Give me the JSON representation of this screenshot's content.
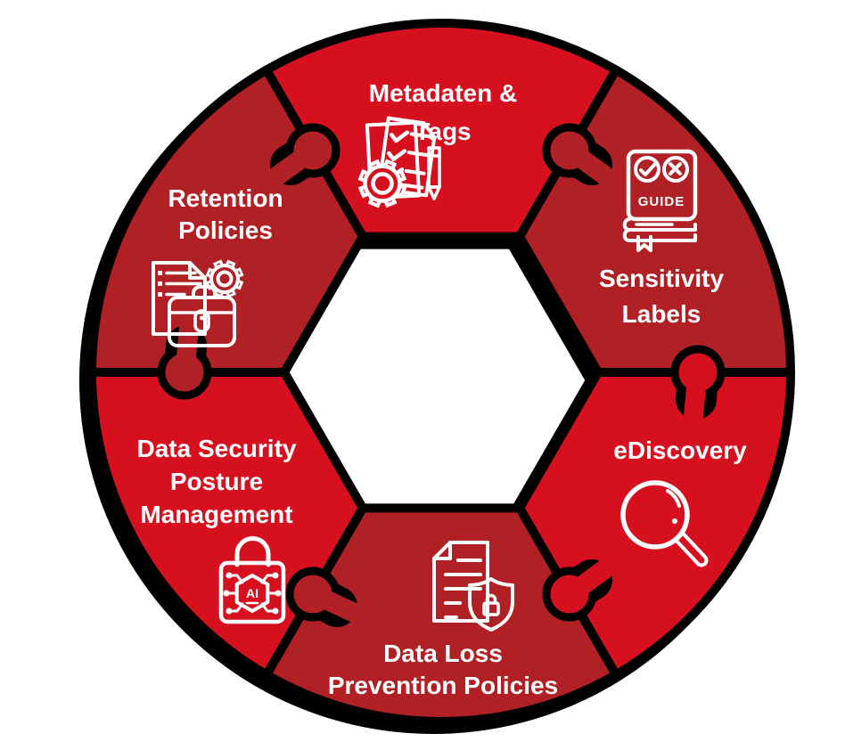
{
  "diagram": {
    "type": "puzzle-ring",
    "background": "#ffffff",
    "palette": {
      "bright_red": "#d6101f",
      "dark_red": "#b12025",
      "outline": "#000000",
      "label_text": "#ffffff"
    },
    "segments": [
      {
        "id": "metadata-tags",
        "position": "top",
        "color": "#d6101f",
        "label": "Metadaten & Tags",
        "line1": "Metadaten &",
        "line2": "Tags",
        "icon": "checklist-gear-pen-icon"
      },
      {
        "id": "sensitivity-labels",
        "position": "top-right",
        "color": "#b12025",
        "label": "Sensitivity Labels",
        "line1": "Sensitivity",
        "line2": "Labels",
        "icon": "guide-book-icon",
        "icon_text": "GUIDE"
      },
      {
        "id": "ediscovery",
        "position": "bottom-right",
        "color": "#d6101f",
        "label": "eDiscovery",
        "line1": "eDiscovery",
        "icon": "magnifier-icon"
      },
      {
        "id": "data-loss-prevention",
        "position": "bottom",
        "color": "#b12025",
        "label": "Data Loss Prevention Policies",
        "line1": "Data Loss",
        "line2": "Prevention Policies",
        "icon": "document-shield-lock-icon"
      },
      {
        "id": "dspm",
        "position": "bottom-left",
        "color": "#d6101f",
        "label": "Data Security Posture Management",
        "line1": "Data Security",
        "line2": "Posture",
        "line3": "Management",
        "icon": "ai-padlock-icon",
        "icon_text": "AI"
      },
      {
        "id": "retention-policies",
        "position": "top-left",
        "color": "#b12025",
        "label": "Retention Policies",
        "line1": "Retention",
        "line2": "Policies",
        "icon": "document-briefcase-gear-icon"
      }
    ]
  }
}
